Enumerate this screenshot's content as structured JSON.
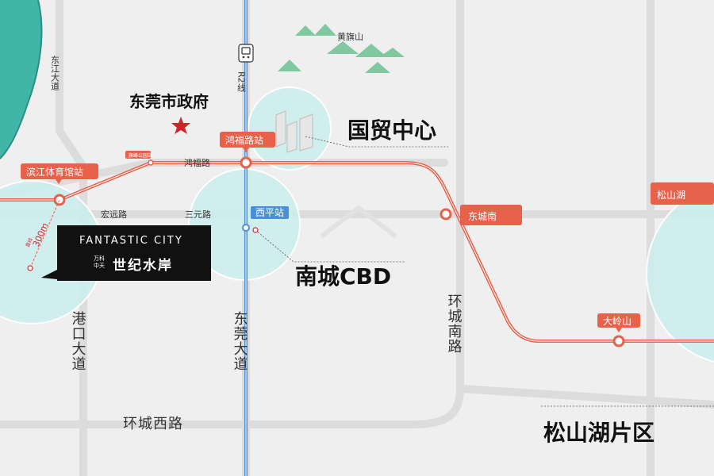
{
  "map": {
    "colors": {
      "background": "#efefef",
      "road": "#dcdcdc",
      "river": "#3fb6a8",
      "metro_line": "#e8614a",
      "r2_line": "#4a90d9",
      "station_tag": "#e8614a",
      "r2_station_tag": "#4a90d9",
      "bubble": "#cdeeee",
      "mountain": "#7fc8a0",
      "project_box": "#111111",
      "star": "#d0232a"
    },
    "roads": {
      "dongjiang": "东江大道",
      "honghu": "鸿福路",
      "hongyuan": "宏远路",
      "sanyuan": "三元路",
      "gangkou": "港口大道",
      "dongguan": "东莞大道",
      "huancheng_south": "环城南路",
      "huancheng_west": "环城西路"
    },
    "metro": {
      "r2_line": "R2线",
      "r2_metro_icon": "metro-icon",
      "stations": {
        "binjiang": "滨江体育馆站",
        "qiancheng": "旗峰公园站",
        "hongfu": "鸿福路站",
        "xiping": "西平站",
        "dongcheng_south": "东城南",
        "daling_shan": "大岭山",
        "songshanhu": "松山湖"
      }
    },
    "landmarks": {
      "gov": "东莞市政府",
      "huangqi_mountain": "黄旗山",
      "trade_center": "国贸中心",
      "nancheng_cbd": "南城CBD",
      "songshanhu_area": "松山湖片区"
    },
    "distance": "300m",
    "distance_tag": "直线",
    "project": {
      "english": "FANTASTIC CITY",
      "brand": "万科中天",
      "chinese": "世纪水岸"
    }
  }
}
